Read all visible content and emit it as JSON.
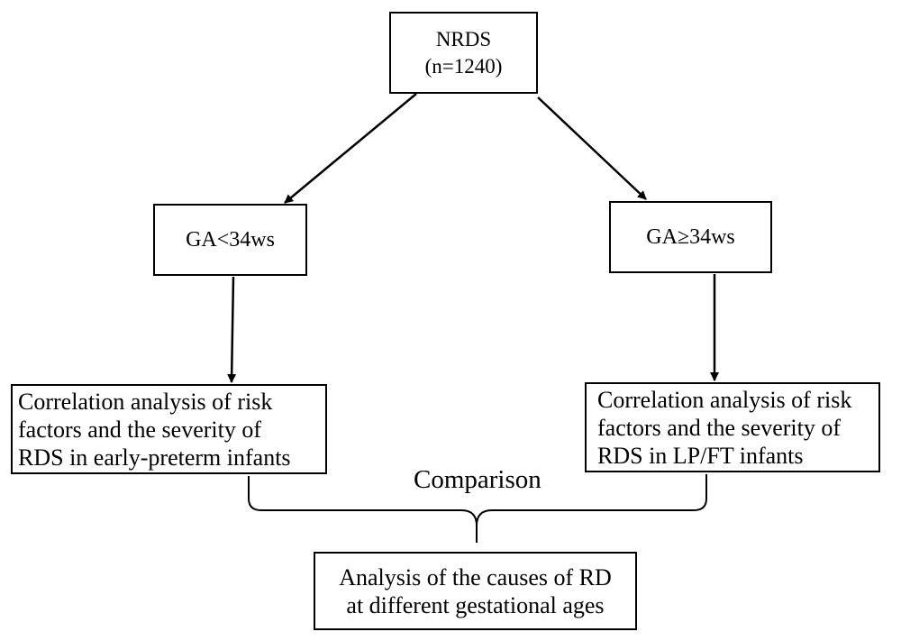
{
  "root": {
    "title": "NRDS",
    "count": "(n=1240)"
  },
  "left_group": {
    "label": "GA<34ws"
  },
  "right_group": {
    "label": "GA≥34ws"
  },
  "left_analysis": {
    "lines": [
      "Correlation analysis of risk",
      "factors and the severity of",
      "RDS in early-preterm infants"
    ]
  },
  "right_analysis": {
    "lines": [
      "Correlation analysis of risk",
      "factors and the severity of",
      "RDS in LP/FT infants"
    ]
  },
  "comparison_label": "Comparison",
  "result": {
    "lines": [
      "Analysis of the causes of RD",
      "at different gestational ages"
    ]
  },
  "colors": {
    "line": "#000000",
    "background": "#ffffff"
  }
}
